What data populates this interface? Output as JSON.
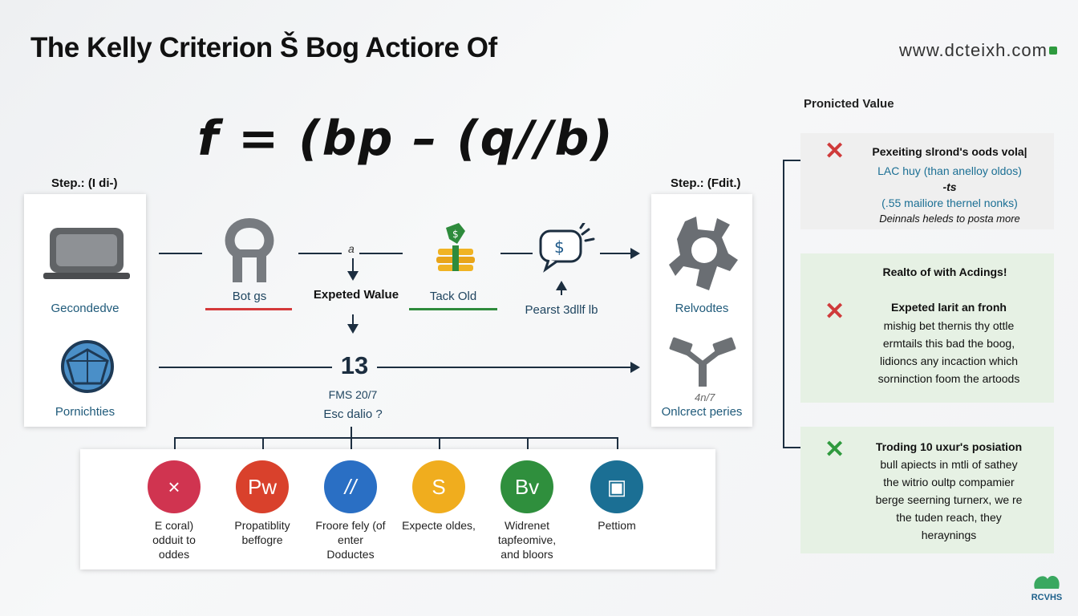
{
  "header": {
    "title": "The Kelly Criterion Š Bog Actiore Of",
    "url": "www.dcteixh.com"
  },
  "formula": "f = (bp – (q//b)",
  "left_section": {
    "step_label": "Step.: (I di-)",
    "card_items": [
      {
        "label": "Gecondedve",
        "icon": "laptop-icon"
      },
      {
        "label": "Pornichties",
        "icon": "globe-icon"
      }
    ]
  },
  "flow": {
    "nodes": [
      {
        "label": "Bot gs",
        "icon": "bet-icon",
        "underline": "#d4393a"
      },
      {
        "label": "Expeted Walue",
        "icon": "arrow-icon",
        "small": "a"
      },
      {
        "label": "Tack Old",
        "icon": "money-stack-icon",
        "underline": "#2e8b3c"
      },
      {
        "label": "Pearst 3dllf lb",
        "icon": "dollar-chat-icon"
      }
    ],
    "center_value": "13",
    "center_sub1": "FMS 20/7",
    "center_sub2": "Esc dalio ?"
  },
  "right_section": {
    "step_label": "Step.: (Fdit.)",
    "card_items": [
      {
        "label": "Relvodtes",
        "icon": "gear-icon"
      },
      {
        "label": "Onlcrect peries",
        "icon": "connector-icon",
        "small": "4n/7"
      }
    ]
  },
  "bottom_items": [
    {
      "symbol": "×",
      "color": "#d03450",
      "label": "E coral)\nodduit to\noddes"
    },
    {
      "symbol": "Pw",
      "color": "#d9412c",
      "label": "Propatiblity\nbeffogre"
    },
    {
      "symbol": "//",
      "color": "#2a6fc4",
      "label": "Froore fely (of\nenter\nDoductes"
    },
    {
      "symbol": "S",
      "color": "#f0ad1e",
      "label": "Expecte oldes,"
    },
    {
      "symbol": "Bv",
      "color": "#2f8f3d",
      "label": "Widrenet\ntapfeomive,\nand bloors"
    },
    {
      "symbol": "▣",
      "color": "#1b6f94",
      "label": "Pettiom"
    }
  ],
  "predicted": {
    "heading": "Pronicted Value",
    "panels": [
      {
        "mark": "✕",
        "mark_color": "#cf3a3a",
        "bg": "#efefef",
        "lines": [
          "Pexeiting slrond's oods vola|",
          "LAC huy (than anelloy oldos)",
          "-ts",
          "(.55 mailiore thernel nonks)",
          "Deinnals heleds to posta more"
        ]
      },
      {
        "heading": "Realto of with Acdings!",
        "mark": "✕",
        "mark_color": "#cf3a3a",
        "bg": "#e6f1e4",
        "lines": [
          "Expeted larit an fronh",
          "mishig bet thernis thy ottle",
          "ermtails this bad the boog,",
          "lidioncs any incaction which",
          "sorninction foom the artoods"
        ]
      },
      {
        "mark": "✕",
        "mark_color": "#2f9a3e",
        "bg": "#e6f1e4",
        "lines": [
          "Troding 10 uxur's posiation",
          "bull apiects in mtli of sathey",
          "the witrio oultp compamier",
          "berge seerning turnerx, we re",
          "the tuden reach, they",
          "heraynings"
        ]
      }
    ]
  },
  "corner_logo": "RCVHS"
}
